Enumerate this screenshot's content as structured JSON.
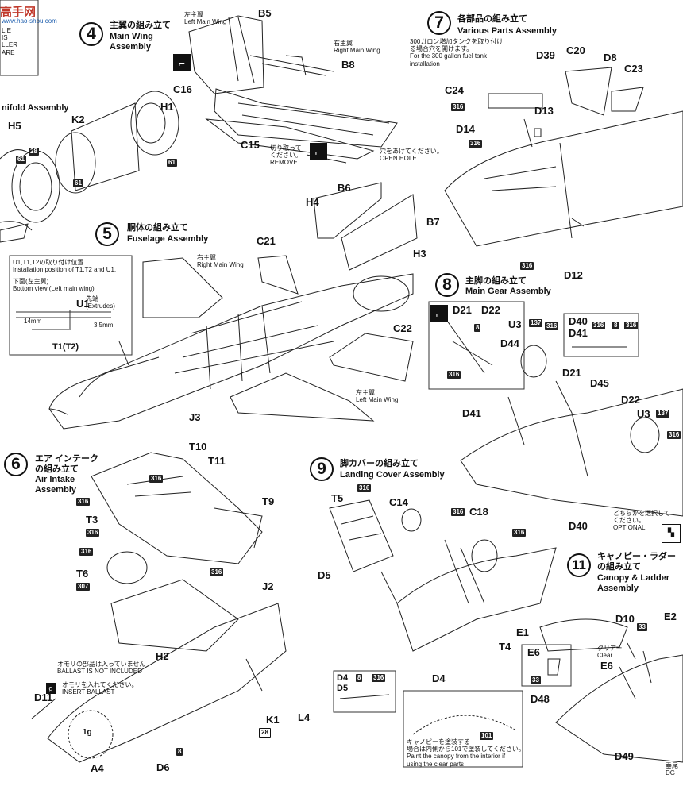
{
  "header": {
    "logo_text": "高手网",
    "logo_url": "www.hao-shou.com",
    "corner_text": "LIE\nIS\nLLER\nARE"
  },
  "sections": {
    "s4": {
      "num": "4",
      "title_jp": "主翼の組み立て",
      "title_en": "Main Wing\nAssembly"
    },
    "s5": {
      "num": "5",
      "title_jp": "胴体の組み立て",
      "title_en": "Fuselage Assembly"
    },
    "s6": {
      "num": "6",
      "title_jp": "エア インテーク\nの組み立て",
      "title_en": "Air Intake\nAssembly"
    },
    "s7": {
      "num": "7",
      "title_jp": "各部品の組み立て",
      "title_en": "Various Parts Assembly"
    },
    "s8": {
      "num": "8",
      "title_jp": "主脚の組み立て",
      "title_en": "Main Gear Assembly"
    },
    "s9": {
      "num": "9",
      "title_jp": "脚カバーの組み立て",
      "title_en": "Landing Cover Assembly"
    },
    "s11": {
      "num": "11",
      "title_jp": "キャノピー・ラダー\nの組み立て",
      "title_en": "Canopy & Ladder\nAssembly"
    },
    "manifold": {
      "title": "nifold Assembly"
    }
  },
  "notes": {
    "left_main_wing_top": "左主翼\nLeft Main Wing",
    "right_main_wing_top": "右主翼\nRight Main Wing",
    "remove": "切り取って\nください。\nREMOVE",
    "open_hole": "穴をあけてください。\nOPEN HOLE",
    "fuel_tank": "300ガロン増加タンクを取り付け\nる場合穴を開けます。\nFor the 300 gallon fuel tank\ninstallation",
    "right_main_wing_mid": "右主翼\nRight Main Wing",
    "left_main_wing_mid": "左主翼\nLeft Main Wing",
    "optional": "どちらかを選択して\nください。\nOPTIONAL",
    "clear": "クリアー\nClear",
    "ballast_not_included": "オモリの部品は入っていません\nBALLAST IS NOT INCLUDED",
    "insert_ballast": "オモリを入れてください。\nINSERT BALLAST",
    "canopy_paint": "キャノピーを塗装する\n場合は内側から101で塗装してください。\nPaint the canopy from the interior if\nusing the clear parts",
    "install_title": "U1,T1,T2の取り付け位置\nInstallation position of T1,T2 and U1.",
    "bottom_view": "下面(左主翼)\nBottom view (Left main wing)",
    "u1_note": "先端\n(Extrudes)",
    "dim_14": "14mm",
    "dim_35": "3.5mm",
    "ballast_weight": "1g",
    "ballast_badge": "g",
    "corner_bottom": "垂尾\nDG"
  },
  "parts": {
    "B5": "B5",
    "B8": "B8",
    "C16": "C16",
    "C15": "C15",
    "H1": "H1",
    "K2": "K2",
    "H5": "H5",
    "B6": "B6",
    "B7": "B7",
    "H4": "H4",
    "H3": "H3",
    "C21": "C21",
    "C22": "C22",
    "J3": "J3",
    "U1": "U1",
    "T1": "T1(T2)",
    "C24": "C24",
    "D39": "D39",
    "C20": "C20",
    "D8": "D8",
    "C23": "C23",
    "D13": "D13",
    "D14": "D14",
    "D12": "D12",
    "D21a": "D21",
    "D22a": "D22",
    "U3a": "U3",
    "D44": "D44",
    "D40a": "D40",
    "D41a": "D41",
    "D21b": "D21",
    "D45": "D45",
    "D22b": "D22",
    "U3b": "U3",
    "D41b": "D41",
    "D40b": "D40",
    "T10": "T10",
    "T11": "T11",
    "T9": "T9",
    "T3": "T3",
    "T6": "T6",
    "J2": "J2",
    "H2": "H2",
    "K1": "K1",
    "L4": "L4",
    "D11": "D11",
    "A4": "A4",
    "D6": "D6",
    "T5": "T5",
    "C14": "C14",
    "C18": "C18",
    "D5a": "D5",
    "T4": "T4",
    "D4a": "D4",
    "D4b": "D4",
    "D5b": "D5",
    "E1": "E1",
    "E2": "E2",
    "D10": "D10",
    "E6a": "E6",
    "E6b": "E6",
    "D48": "D48",
    "D49": "D49"
  },
  "paint_codes": {
    "p28a": "28",
    "p61a": "61",
    "p61b": "61",
    "p61c": "61",
    "p316_7a": "316",
    "p316_7b": "316",
    "p316_7c": "316",
    "p8_8": "8",
    "p316_8a": "316",
    "p137a": "137",
    "p316_8b": "316",
    "p316_8c": "316",
    "p8_8b": "8",
    "p316_8d": "316",
    "p137b": "137",
    "p316_8e": "316",
    "p316_6a": "316",
    "p316_6b": "316",
    "p316_6c": "316",
    "p316_6d": "316",
    "p316_6e": "316",
    "p307": "307",
    "p8_6": "8",
    "p28b": "28",
    "p316_9a": "316",
    "p316_9b": "316",
    "p316_9c": "316",
    "p8_9": "8",
    "p316_9d": "316",
    "p101": "101",
    "p33a": "33",
    "p33b": "33"
  },
  "colors": {
    "ink": "#111111",
    "logo_red": "#c0392b",
    "logo_blue": "#1f5fae"
  }
}
